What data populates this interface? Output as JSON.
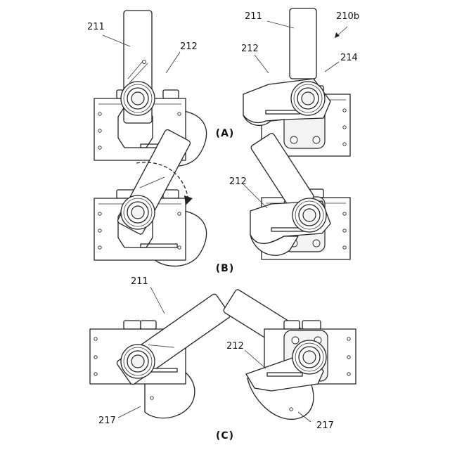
{
  "panels": {
    "a": {
      "caption": "(A)"
    },
    "b": {
      "caption": "(B)"
    },
    "c": {
      "caption": "(C)"
    }
  },
  "labels": {
    "l211_a": "211",
    "l212_a": "212",
    "r211_a": "211",
    "r210b_a": "210b",
    "r212_a": "212",
    "r214_a": "214",
    "r212_b": "212",
    "l211_c": "211",
    "r212_c": "212",
    "l217_c": "217",
    "r217_c": "217"
  }
}
